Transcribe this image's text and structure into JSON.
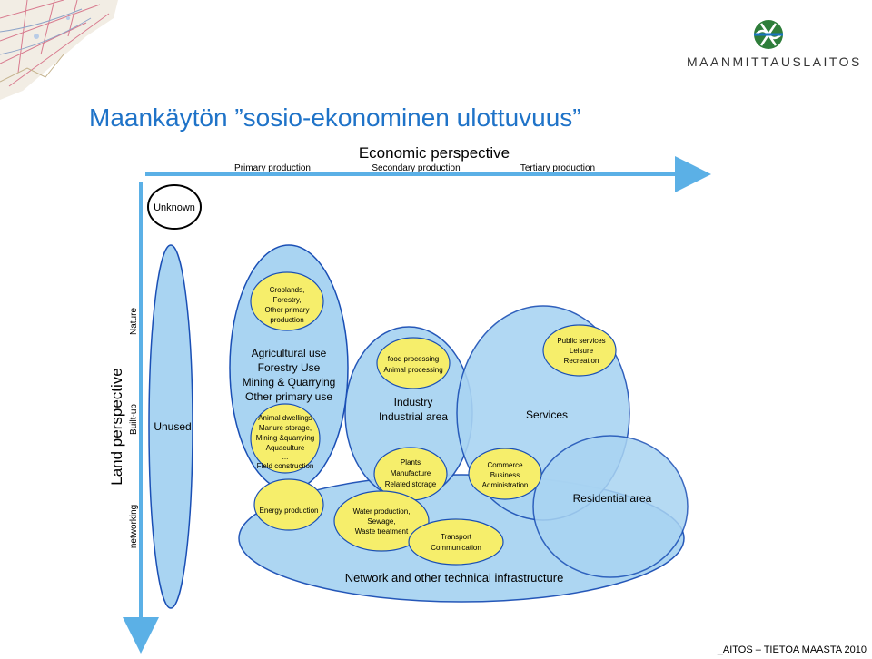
{
  "title": "Maankäytön ”sosio-ekonominen ulottuvuus”",
  "logo": {
    "name": "MAANMITTAUSLAITOS",
    "icon": "globe-grid-icon"
  },
  "footer": "_AITOS – TIETOA MAASTA 2010",
  "diagram": {
    "economic_perspective": "Economic perspective",
    "primary_production": "Primary production",
    "secondary_production": "Secondary production",
    "tertiary_production": "Tertiary production",
    "land_perspective": "Land perspective",
    "nature": "Nature",
    "built_up": "Built-up",
    "networking": "networking",
    "unknown": "Unknown",
    "unused": "Unused",
    "croplands": [
      "Croplands,",
      "Forestry,",
      "Other primary",
      "production"
    ],
    "agricultural": [
      "Agricultural use",
      "Forestry Use",
      "Mining & Quarrying",
      "Other primary use"
    ],
    "animal": [
      "Animal dwellings",
      "Manure storage,",
      "Mining &quarrying",
      "Aquaculture",
      "..."
    ],
    "field_construction": "Field construction",
    "energy": "Energy production",
    "food": [
      "food processing",
      "Animal processing"
    ],
    "industry": [
      "Industry",
      "Industrial area"
    ],
    "plants": [
      "Plants",
      "Manufacture",
      "Related storage"
    ],
    "water": [
      "Water production,",
      "Sewage,",
      "Waste treatment"
    ],
    "transport": [
      "Transport",
      "Communication"
    ],
    "public": [
      "Public services",
      "Leisure",
      "Recreation"
    ],
    "services": "Services",
    "commerce": [
      "Commerce",
      "Business",
      "Administration"
    ],
    "residential": "Residential area",
    "network": "Network and other technical infrastructure"
  },
  "colors": {
    "title": "#1f73c8",
    "bubble": "#a9d4f2",
    "ellipse_stroke": "#1a4fb5",
    "yellow": "#f6ee6b",
    "arrow": "#5bb0e6"
  }
}
